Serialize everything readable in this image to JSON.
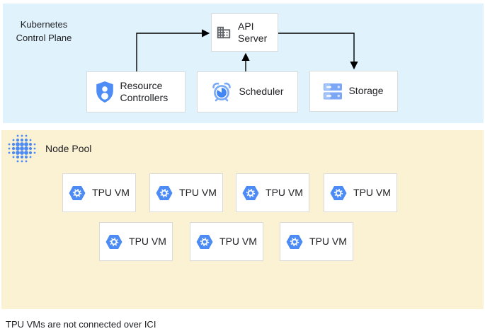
{
  "control_plane": {
    "label": "Kubernetes Control Plane",
    "bg_color": "#E0F2FC",
    "nodes": {
      "api_server": {
        "label": "API Server",
        "icon": "building-icon"
      },
      "resource_controllers": {
        "label": "Resource Controllers",
        "icon": "shield-person-icon"
      },
      "scheduler": {
        "label": "Scheduler",
        "icon": "alarm-clock-icon"
      },
      "storage": {
        "label": "Storage",
        "icon": "disk-stack-icon"
      }
    },
    "edges": [
      {
        "from": "resource_controllers",
        "to": "api_server"
      },
      {
        "from": "scheduler",
        "to": "api_server"
      },
      {
        "from": "api_server",
        "to": "storage"
      }
    ]
  },
  "node_pool": {
    "label": "Node Pool",
    "bg_color": "#FBF1D3",
    "icon": "dotted-circle-icon",
    "vm_icon": "tpu-hexagon-gear-icon",
    "tpu_vms": [
      {
        "label": "TPU VM"
      },
      {
        "label": "TPU VM"
      },
      {
        "label": "TPU VM"
      },
      {
        "label": "TPU VM"
      },
      {
        "label": "TPU VM"
      },
      {
        "label": "TPU VM"
      },
      {
        "label": "TPU VM"
      }
    ]
  },
  "caption": "TPU VMs are not connected over ICI",
  "colors": {
    "accent_blue": "#4285F4",
    "hexagon_blue": "#4C8BF5",
    "light_blue": "#78A8F8",
    "pale_blue": "#A6C5FA",
    "icon_gray": "#5F6368",
    "arrow_black": "#000000",
    "box_border": "#DADADA"
  }
}
